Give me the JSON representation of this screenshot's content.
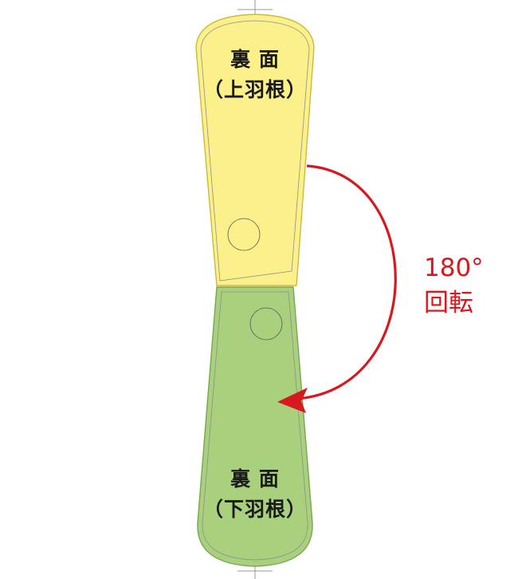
{
  "upper_blade": {
    "line1": "裏 面",
    "line2": "（上羽根）",
    "fill": "#fbf08a",
    "stroke": "#cbbb3c"
  },
  "lower_blade": {
    "line1": "裏 面",
    "line2": "（下羽根）",
    "fill": "#a9d07c",
    "stroke": "#7aa553"
  },
  "rotation": {
    "angle_label": "180°",
    "action_label": "回転",
    "color": "#d7181f"
  }
}
